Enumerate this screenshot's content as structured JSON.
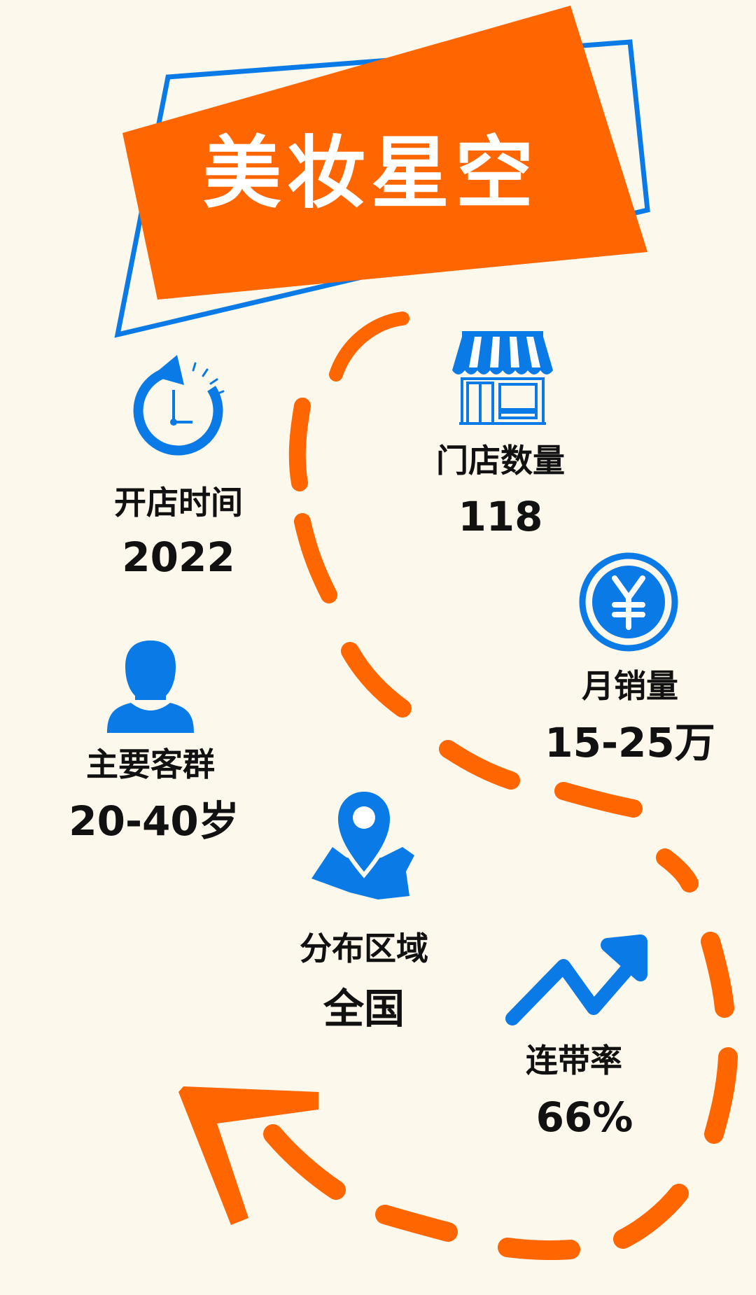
{
  "title": "美妆星空",
  "colors": {
    "background": "#fdf8ec",
    "accent_orange": "#ff6600",
    "accent_blue": "#0a7ae6",
    "text": "#111111",
    "title_text": "#ffffff"
  },
  "stats": {
    "open_time": {
      "label": "开店时间",
      "value": "2022",
      "icon": "stopwatch-icon"
    },
    "store_count": {
      "label": "门店数量",
      "value": "118",
      "icon": "storefront-icon"
    },
    "monthly_sales": {
      "label": "月销量",
      "value": "15-25万",
      "icon": "yen-coin-icon"
    },
    "main_customers": {
      "label": "主要客群",
      "value": "20-40岁",
      "icon": "person-icon"
    },
    "distribution": {
      "label": "分布区域",
      "value": "全国",
      "icon": "map-pin-icon"
    },
    "attach_rate": {
      "label": "连带率",
      "value": "66%",
      "icon": "trend-up-arrow-icon"
    }
  }
}
